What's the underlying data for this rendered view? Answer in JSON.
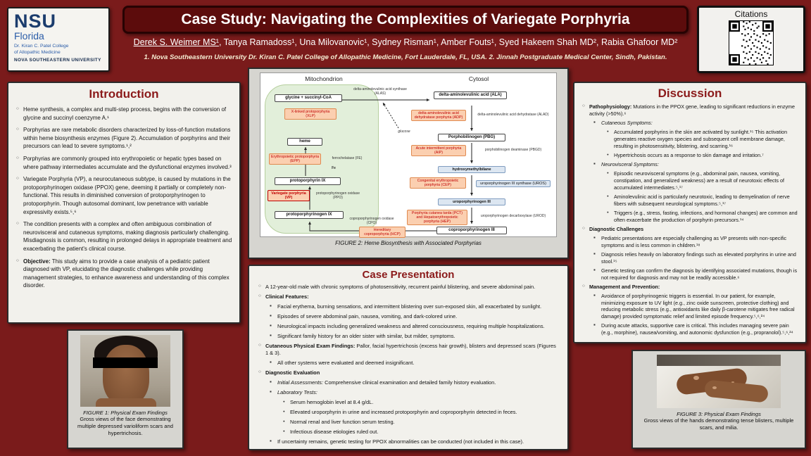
{
  "colors": {
    "background": "#7a1b1b",
    "title_bar": "#5c0c0c",
    "section_title": "#8b1a1a",
    "disease_box": "#fbcfb0",
    "mitochondrion_region": "#e2efda"
  },
  "header": {
    "logo": {
      "nsu": "NSU",
      "florida": "Florida",
      "college_line1": "Dr. Kiran C. Patel College",
      "college_line2": "of Allopathic Medicine",
      "university": "NOVA SOUTHEASTERN UNIVERSITY"
    },
    "title": "Case Study: Navigating the Complexities of Variegate Porphyria",
    "author_first": "Derek S. Weimer MS¹",
    "author_rest": ", Tanya Ramadoss¹, Una Milovanovic¹, Sydney Risman¹, Amber Fouts¹, Syed Hakeem Shah MD², Rabia Ghafoor MD²",
    "affiliations": "1. Nova Southeastern University Dr. Kiran C. Patel College of Allopathic Medicine, Fort Lauderdale, FL, USA.  2. Jinnah Postgraduate Medical Center, Sindh, Pakistan.",
    "citations_label": "Citations"
  },
  "introduction": {
    "title": "Introduction",
    "items": [
      {
        "level": 1,
        "text": "Heme synthesis, a complex and multi-step process, begins with the conversion of glycine and succinyl coenzyme A.¹"
      },
      {
        "level": 1,
        "text": "Porphyrias are rare metabolic disorders characterized by loss-of-function mutations within heme biosynthesis enzymes (Figure 2). Accumulation of porphyrins and their precursors can lead to severe symptoms.¹,²"
      },
      {
        "level": 1,
        "text": "Porphyrias are commonly grouped into erythropoietic or hepatic types based on where pathway intermediates accumulate and the dysfunctional enzymes involved.³"
      },
      {
        "level": 1,
        "text": "Variegate Porphyria (VP), a neurocutaneous subtype, is caused by mutations in the protoporphyrinogen oxidase (PPOX) gene, deeming it partially or completely non-functional. This results in diminished conversion of protoporphyrinogen to protoporphyrin. Though autosomal dominant, low penetrance with variable expressivity exists.⁵,⁶"
      },
      {
        "level": 1,
        "text": "The condition presents with a complex and often ambiguous combination of neurovisceral and cutaneous symptoms, making diagnosis particularly challenging. Misdiagnosis is common, resulting in prolonged delays in appropriate treatment and exacerbating the patient's clinical course."
      },
      {
        "level": 1,
        "lead": "Objective:",
        "lead_class": "b",
        "text": " This study aims to provide a case analysis of a pediatric patient diagnosed with VP, elucidating the diagnostic challenges while providing management strategies, to enhance awareness and understanding of this complex disorder."
      }
    ]
  },
  "figure1": {
    "cap_title": "FIGURE 1: Physical Exam Findings",
    "cap_text": "Gross views of the face demonstrating multiple depressed varioliform scars and hypertrichosis."
  },
  "figure2": {
    "caption": "FIGURE 2: Heme Biosynthesis with Associated Porphyrias",
    "mitochondrion_label": "Mitochondrion",
    "cytosol_label": "Cytosol",
    "glycine": "glycine + succinyl-CoA",
    "alas": "delta-aminolevulinic acid synthase (ALAS)",
    "xlp": "X-linked protoporphyria (XLP)",
    "heme": "heme",
    "glucose": "glucose",
    "ala": "delta-aminolevulinic acid (ALA)",
    "adp": "delta-aminolevulinic acid dehydratase porphyria (ADP)",
    "alad": "delta-aminolevulinic acid dehydratase (ALAD)",
    "pbg": "Porphobilinogen (PBG)",
    "aip": "Acute intermittent porphyria (AIP)",
    "pbgd": "porphobilinogen deaminase (PBGD)",
    "hmb": "hydroxymethylbilane",
    "cep": "Congenital erythropoietic porphyria (CEP)",
    "uros": "uroporphyrinogen III synthase (UROS)",
    "uro3": "uroporphyrinogen III",
    "pct": "Porphyria cutanea tarda (PCT) and Hepatoerythropoietic porphyria (HEP)",
    "urod": "uroporphyrinogen decarboxylase (UROD)",
    "copro3": "coproporphyrinogen III",
    "epp": "Erythropoietic protoporphyria (EPP)",
    "fe_enzyme": "ferrochelatase (FE)",
    "fe": "Fe",
    "proto9": "protoporphyrin IX",
    "vp": "Variegate porphyria (VP)",
    "ppo": "protoporphyrinogen oxidase (PPO)",
    "protogen9": "protoporphyrinogen IX",
    "cpo": "coproporphyrinogen oxidase (CPO)",
    "hcp": "Hereditary coproporphyria (HCP)"
  },
  "case_presentation": {
    "title": "Case Presentation",
    "items": [
      {
        "level": 1,
        "text": "A 12-year-old male with chronic symptoms of photosensitivity, recurrent painful blistering, and severe abdominal pain."
      },
      {
        "level": 1,
        "lead": "Clinical Features:",
        "lead_class": "b"
      },
      {
        "level": 2,
        "text": "Facial erythema, burning sensations, and intermittent blistering over sun-exposed skin, all exacerbated by sunlight."
      },
      {
        "level": 2,
        "text": "Episodes of severe abdominal pain, nausea, vomiting, and dark-colored urine."
      },
      {
        "level": 2,
        "text": "Neurological impacts including generalized weakness and altered consciousness, requiring multiple hospitalizations."
      },
      {
        "level": 2,
        "text": "Significant family history for an older sister with similar, but milder, symptoms."
      },
      {
        "level": 1,
        "lead": "Cutaneous Physical Exam Findings:",
        "lead_class": "b",
        "text": " Pallor, facial hypertrichosis (excess hair growth), blisters and depressed scars (Figures 1 & 3)."
      },
      {
        "level": 2,
        "text": "All other systems were evaluated and deemed insignificant."
      },
      {
        "level": 1,
        "lead": "Diagnostic Evaluation",
        "lead_class": "b"
      },
      {
        "level": 2,
        "lead": "Initial Assessments:",
        "lead_class": "i",
        "text": " Comprehensive clinical examination and detailed family history evaluation."
      },
      {
        "level": 2,
        "lead": "Laboratory Tests:",
        "lead_class": "i"
      },
      {
        "level": 3,
        "text": "Serum hemoglobin level at 8.4 g/dL."
      },
      {
        "level": 3,
        "text": "Elevated uroporphyrin in urine and increased protoporphyrin and coproporphyrin detected in feces."
      },
      {
        "level": 3,
        "text": "Normal renal and liver function serum testing."
      },
      {
        "level": 3,
        "text": "Infectious disease etiologies ruled out."
      },
      {
        "level": 2,
        "text": "If uncertainty remains, genetic testing for PPOX abnormalities can be conducted (not included in this case)."
      }
    ]
  },
  "discussion": {
    "title": "Discussion",
    "items": [
      {
        "level": 1,
        "lead": "Pathophysiology:",
        "lead_class": "b",
        "text": " Mutations in the PPOX gene, leading to significant reductions in enzyme activity (>50%).⁶"
      },
      {
        "level": 2,
        "lead": "Cutaneous Symptoms:",
        "lead_class": "i"
      },
      {
        "level": 3,
        "text": "Accumulated porphyrins in the skin are activated by sunlight.¹⁵ This activation generates reactive oxygen species and subsequent cell membrane damage, resulting in photosensitivity, blistering, and scarring.¹⁶"
      },
      {
        "level": 3,
        "text": "Hypertrichosis occurs as a response to skin damage and irritation.⁷"
      },
      {
        "level": 2,
        "lead": "Neurovisceral Symptoms:",
        "lead_class": "i"
      },
      {
        "level": 3,
        "text": "Episodic neurovisceral symptoms (e.g., abdominal pain, nausea, vomiting, constipation, and generalized weakness) are a result of neurotoxic effects of accumulated intermediates.⁵,¹⁷"
      },
      {
        "level": 3,
        "text": "Aminolevulinic acid is particularly neurotoxic, leading to demyelination of nerve fibers with subsequent neurological symptoms.⁵,¹⁷"
      },
      {
        "level": 3,
        "text": "Triggers (e.g., stress, fasting, infections, and hormonal changes) are common and often exacerbate the production of porphyrin precursors.¹⁴"
      },
      {
        "level": 1,
        "lead": "Diagnostic Challenges",
        "lead_class": "b"
      },
      {
        "level": 2,
        "text": "Pediatric presentations are especially challenging as VP presents with non-specific symptoms and is less common in children.¹⁸"
      },
      {
        "level": 2,
        "text": "Diagnosis relies heavily on laboratory findings such as elevated porphyrins in urine and stool.¹⁵"
      },
      {
        "level": 2,
        "text": "Genetic testing can confirm the diagnosis by identifying associated mutations, though is not required for diagnosis and may not be readily accessible.⁶"
      },
      {
        "level": 1,
        "lead": "Management and Prevention:",
        "lead_class": "b"
      },
      {
        "level": 2,
        "text": "Avoidance of porphyrinogenic triggers is essential. In our patient, for example, minimizing exposure to UV light (e.g., zinc oxide sunscreen, protective clothing) and reducing metabolic stress (e.g., antioxidants like daily β-carotene mitigates free radical damage) provided symptomatic relief and limited episode frequency.⁵,⁶,²⁴"
      },
      {
        "level": 2,
        "text": "During acute attacks, supportive care is critical. This includes managing severe pain (e.g., morphine), nausea/vomiting, and autonomic dysfunction (e.g., propranolol).⁵,⁶,²⁴"
      }
    ]
  },
  "figure3": {
    "cap_title": "FIGURE 3: Physical Exam Findings",
    "cap_text": "Gross views of the hands demonstrating tense blisters, multiple scars, and milia."
  }
}
